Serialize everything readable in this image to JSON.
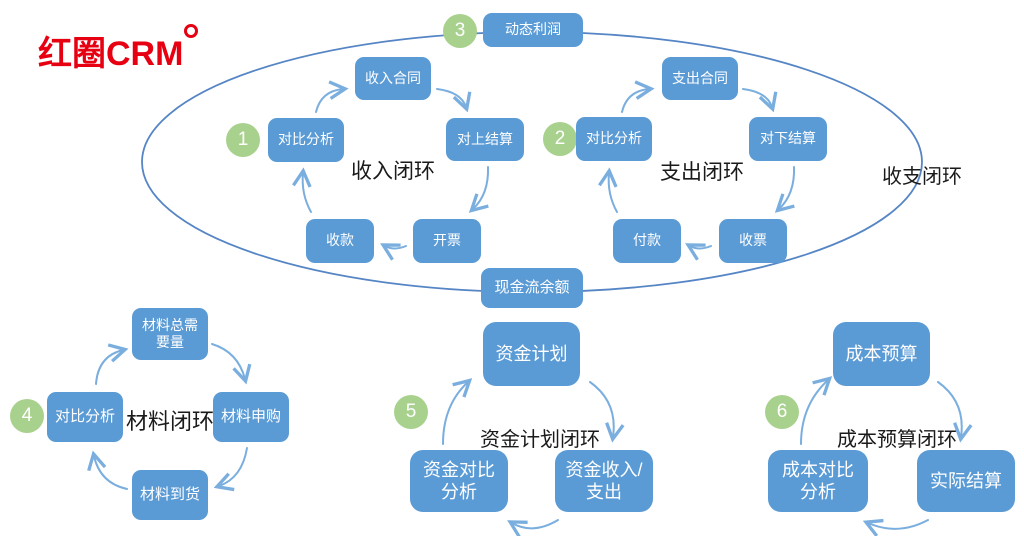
{
  "logo": {
    "text": "红圈CRM"
  },
  "big_loop": {
    "label": "收支闭环",
    "profit": {
      "number": "3",
      "label": "动态利润"
    },
    "cashflow_label": "现金流余额"
  },
  "income_loop": {
    "number": "1",
    "label": "收入闭环",
    "nodes": {
      "analysis": "对比分析",
      "contract": "收入合同",
      "settlement": "对上结算",
      "invoicing": "开票",
      "collection": "收款"
    }
  },
  "expense_loop": {
    "number": "2",
    "label": "支出闭环",
    "nodes": {
      "analysis": "对比分析",
      "contract": "支出合同",
      "settlement": "对下结算",
      "receipt": "收票",
      "payment": "付款"
    }
  },
  "material_loop": {
    "number": "4",
    "label": "材料闭环",
    "nodes": {
      "total_demand": "材料总需\n要量",
      "purchase_request": "材料申购",
      "arrival": "材料到货",
      "analysis": "对比分析"
    }
  },
  "fund_loop": {
    "number": "5",
    "label": "资金计划闭环",
    "nodes": {
      "plan": "资金计划",
      "income_expense": "资金收入/\n支出",
      "analysis": "资金对比\n分析"
    }
  },
  "cost_loop": {
    "number": "6",
    "label": "成本预算闭环",
    "nodes": {
      "budget": "成本预算",
      "actual_settlement": "实际结算",
      "analysis": "成本对比\n分析"
    }
  },
  "colors": {
    "node_fill": "#5b9bd5",
    "badge_fill": "#a9d18e",
    "arrow": "#7aaede",
    "ellipse_stroke": "#5585c5",
    "logo_red": "#e60012"
  }
}
